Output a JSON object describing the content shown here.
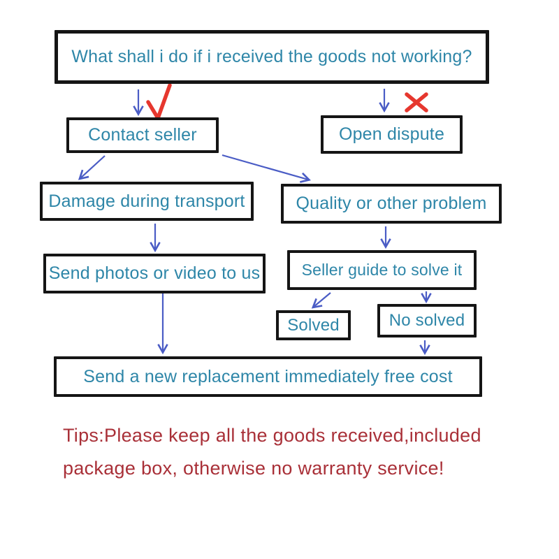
{
  "diagram": {
    "title": "What shall i do if i received the goods not working?",
    "nodes": {
      "contact_seller": "Contact seller",
      "open_dispute": "Open dispute",
      "damage_transport": "Damage during transport",
      "quality_problem": "Quality or other problem",
      "send_photos": "Send photos or video to us",
      "seller_guide": "Seller guide to solve it",
      "solved": "Solved",
      "no_solved": "No solved",
      "replacement": "Send a new replacement immediately free cost"
    },
    "icons": {
      "approve_mark": "check-icon",
      "reject_mark": "cross-icon"
    },
    "tips": {
      "line1": "Tips:Please keep all the goods received,included",
      "line2": "package box, otherwise no warranty service!"
    },
    "colors": {
      "node_text": "#2e86a8",
      "border": "#151515",
      "arrow": "#4a5cc5",
      "mark": "#e6372e",
      "tips_text": "#a93038",
      "bg": "#ffffff"
    }
  }
}
